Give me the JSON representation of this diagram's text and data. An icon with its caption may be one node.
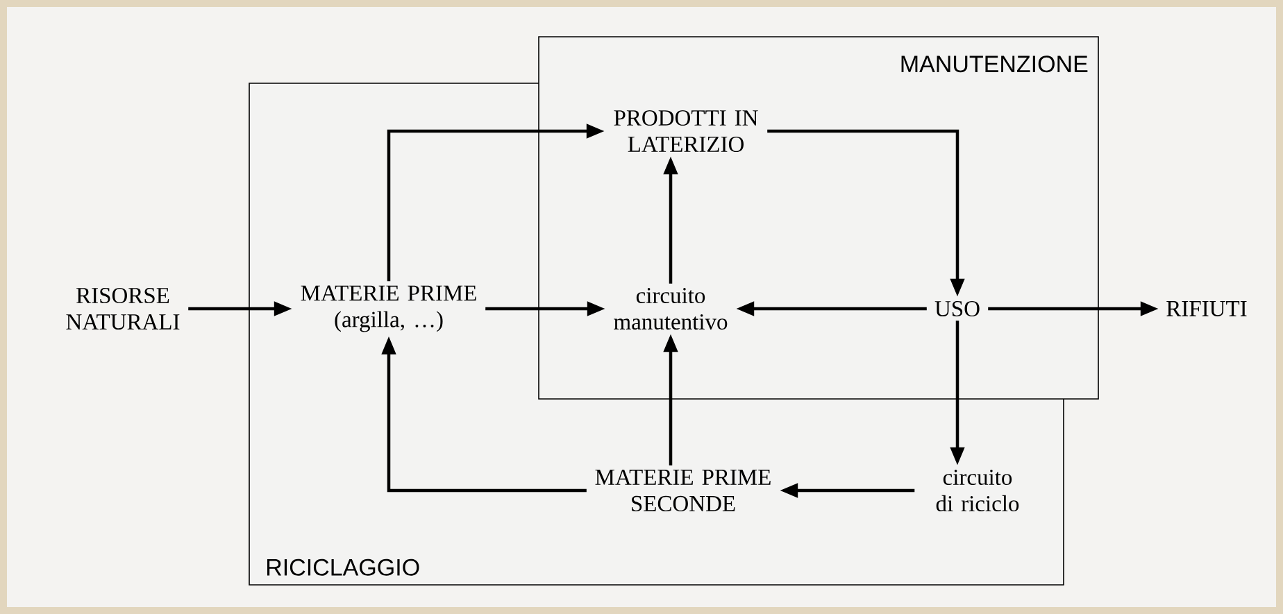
{
  "diagram": {
    "nodes": [
      {
        "text": [
          "RICICLAGGIO"
        ]
      },
      {
        "text": [
          "MANUTENZIONE"
        ]
      },
      {
        "text": [
          "RISORSE NATURALI"
        ]
      },
      {
        "text": [
          "MATERIE PRIME (argilla, …)"
        ],
        "in": 0
      },
      {
        "text": [
          "PRODOTTI IN LATERIZIO"
        ],
        "in": 1
      },
      {
        "text": [
          "circuito manutentivo"
        ],
        "in": 1
      },
      {
        "text": [
          "USO"
        ],
        "in": 1
      },
      {
        "text": [
          "RIFIUTI"
        ]
      },
      {
        "text": [
          "circuito di riciclo"
        ],
        "in": 0
      },
      {
        "text": [
          "MATERIE PRIME SECONDE"
        ],
        "in": 0
      }
    ],
    "edges": [
      {
        "from": 2,
        "to": 3,
        "arrow": "to"
      },
      {
        "from": 3,
        "to": 4,
        "arrow": "to"
      },
      {
        "from": 3,
        "to": 5,
        "arrow": "to"
      },
      {
        "from": 4,
        "to": 6,
        "arrow": "to"
      },
      {
        "from": 5,
        "to": 4,
        "arrow": "to"
      },
      {
        "from": 6,
        "to": 5,
        "arrow": "to"
      },
      {
        "from": 6,
        "to": 7,
        "arrow": "to"
      },
      {
        "from": 6,
        "to": 8,
        "arrow": "to"
      },
      {
        "from": 8,
        "to": 9,
        "arrow": "to"
      },
      {
        "from": 9,
        "to": 3,
        "arrow": "to"
      },
      {
        "from": 9,
        "to": 5,
        "arrow": "to"
      }
    ]
  }
}
